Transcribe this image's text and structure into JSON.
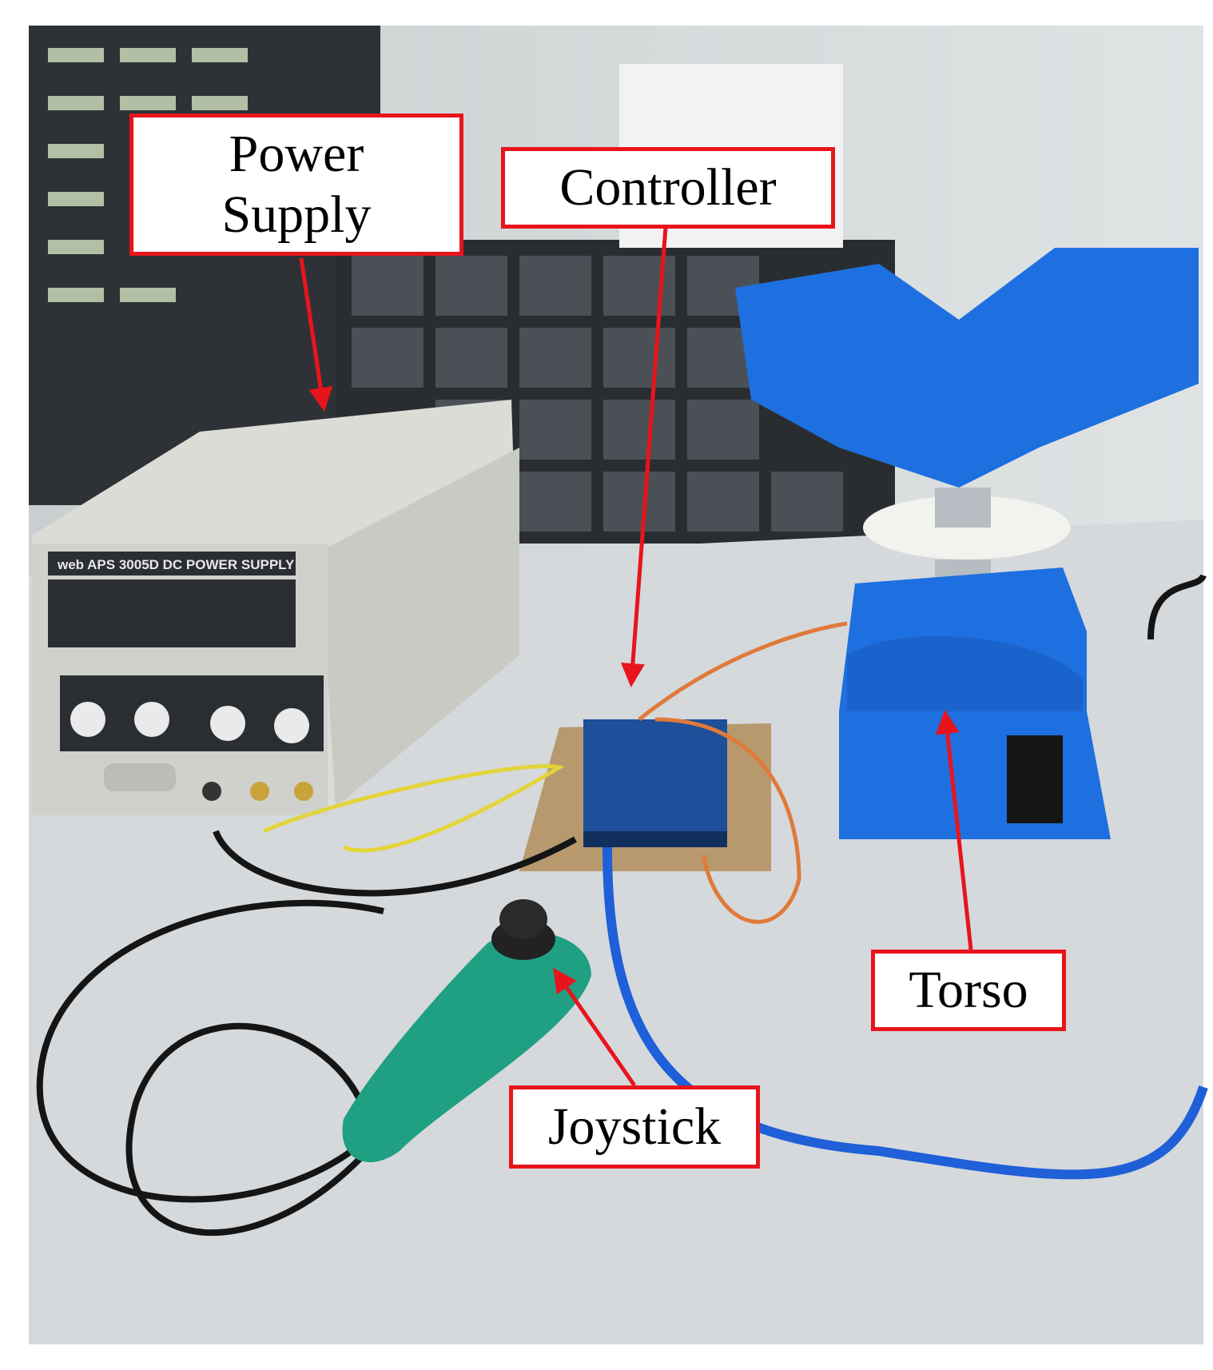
{
  "figure": {
    "labels": {
      "power_supply_line1": "Power",
      "power_supply_line2": "Supply",
      "controller": "Controller",
      "torso": "Torso",
      "joystick": "Joystick"
    },
    "device_text": {
      "brand": "web",
      "model": "APS 3005D  DC POWER SUPPLY"
    },
    "colors": {
      "annotation": "#e8141c",
      "torso": "#1e6fe0",
      "joystick": "#1fa082",
      "usb_cable": "#1f5fd8"
    }
  }
}
